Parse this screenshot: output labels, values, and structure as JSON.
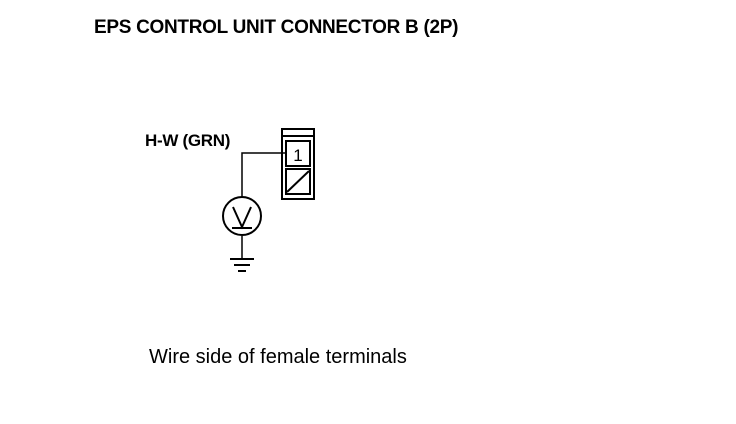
{
  "diagram": {
    "title": "EPS CONTROL UNIT CONNECTOR B (2P)",
    "wire_label": "H-W (GRN)",
    "terminal_number": "1",
    "voltmeter_symbol": "V",
    "caption": "Wire side of female terminals"
  }
}
